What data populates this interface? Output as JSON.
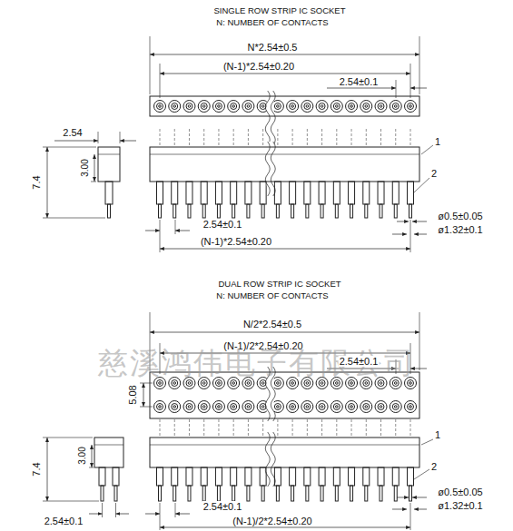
{
  "diagram": {
    "labels": [
      "SINGLE ROW STRIP IC SOCKET",
      "N: NUMBER OF CONTACTS",
      "N*2.54±0.5",
      "(N-1)*2.54±0.20",
      "2.54±0.1",
      "2.54",
      "3.00",
      "7.4",
      "1",
      "2",
      "2.54±0.1",
      "(N-1)*2.54±0.20",
      "ø0.5±0.05",
      "ø1.32±0.1",
      "DUAL ROW STRIP IC SOCKET",
      "N: NUMBER OF CONTACTS",
      "N/2*2.54±0.5",
      "(N-1)/2*2.54±0.20",
      "慈溪鸿伟电子有限公司",
      "2.54±0.1",
      "5.08",
      "7.4",
      "3.00",
      "1",
      "2",
      "ø0.5±0.05",
      "ø1.32±0.1",
      "2.54±0.1",
      "2.54±0.1",
      "(N-1)/2*2.54±0.20"
    ]
  }
}
